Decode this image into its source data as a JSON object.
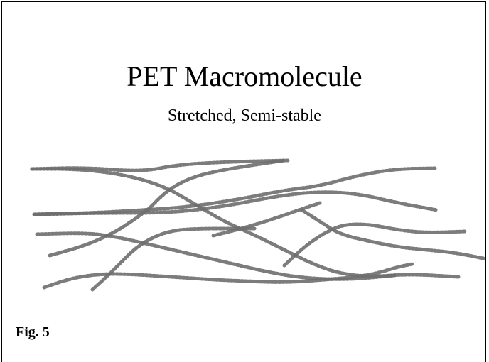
{
  "title": "PET Macromolecule",
  "subtitle": "Stretched, Semi-stable",
  "caption": "Fig. 5",
  "colors": {
    "background": "#ffffff",
    "bead": "#6e6e6e",
    "text": "#000000"
  }
}
